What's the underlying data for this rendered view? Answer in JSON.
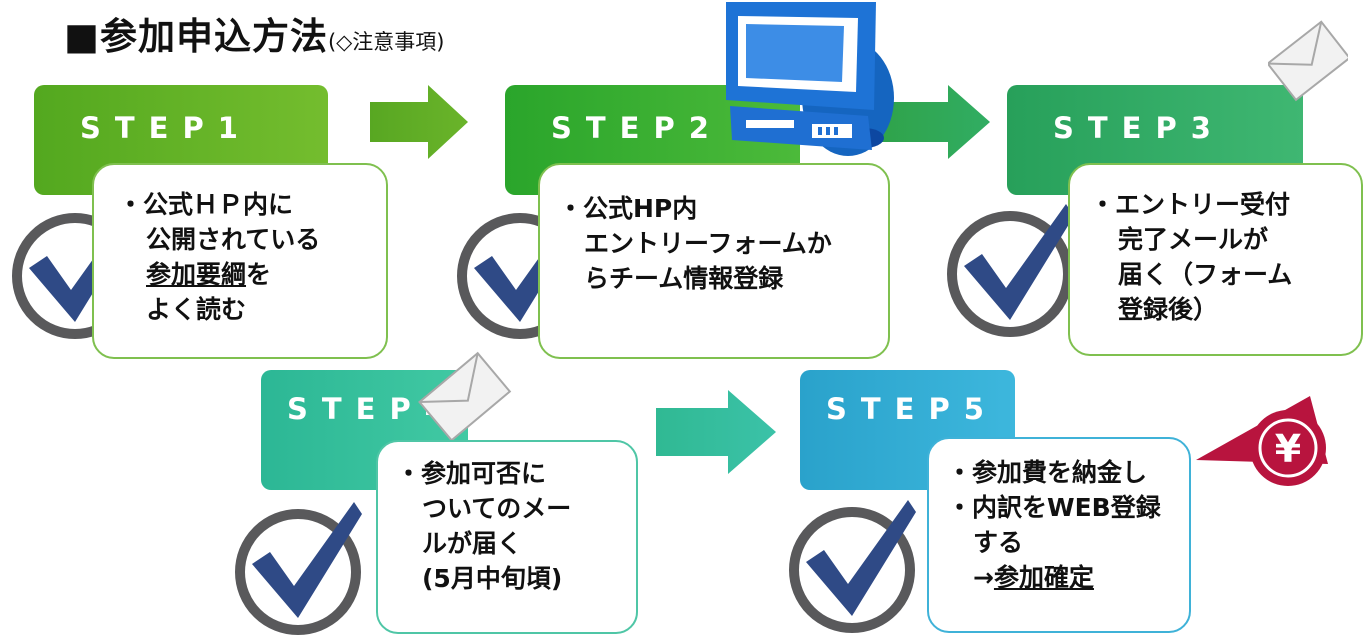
{
  "title": {
    "main": "■参加申込方法",
    "sub": "(◇注意事項)"
  },
  "steps": [
    {
      "label": "STEP1"
    },
    {
      "label": "STEP2"
    },
    {
      "label": "STEP3"
    },
    {
      "label": "STEP4"
    },
    {
      "label": "STEP5"
    }
  ],
  "cards": {
    "c1": {
      "l1": "・公式ＨＰ内に",
      "l2": "公開されている",
      "l3_link": "参加要綱",
      "l3_rest": "を",
      "l4": "よく読む"
    },
    "c2": {
      "l1": "・公式HP内",
      "l2": "エントリーフォームか",
      "l3": "らチーム情報登録"
    },
    "c3": {
      "l1": "・エントリー受付",
      "l2": "完了メールが",
      "l3": "届く（フォーム",
      "l4": "登録後）"
    },
    "c4": {
      "l1": "・参加可否に",
      "l2": "ついてのメー",
      "l3": "ルが届く",
      "l4": "(5月中旬頃)"
    },
    "c5": {
      "l1": "・参加費を納金し",
      "l2": "・内訳をWEB登録",
      "l3": "する",
      "l4_prefix": "→",
      "l4_link": "参加確定"
    }
  },
  "colors": {
    "check_ring": "#59595b",
    "check_mark": "#2f4a86",
    "arrow_start": "#5aa823",
    "arrow_end": "#36bf9f"
  },
  "icons": [
    "computer-icon",
    "envelope-icon",
    "yen-icon",
    "checkmark-icon"
  ]
}
